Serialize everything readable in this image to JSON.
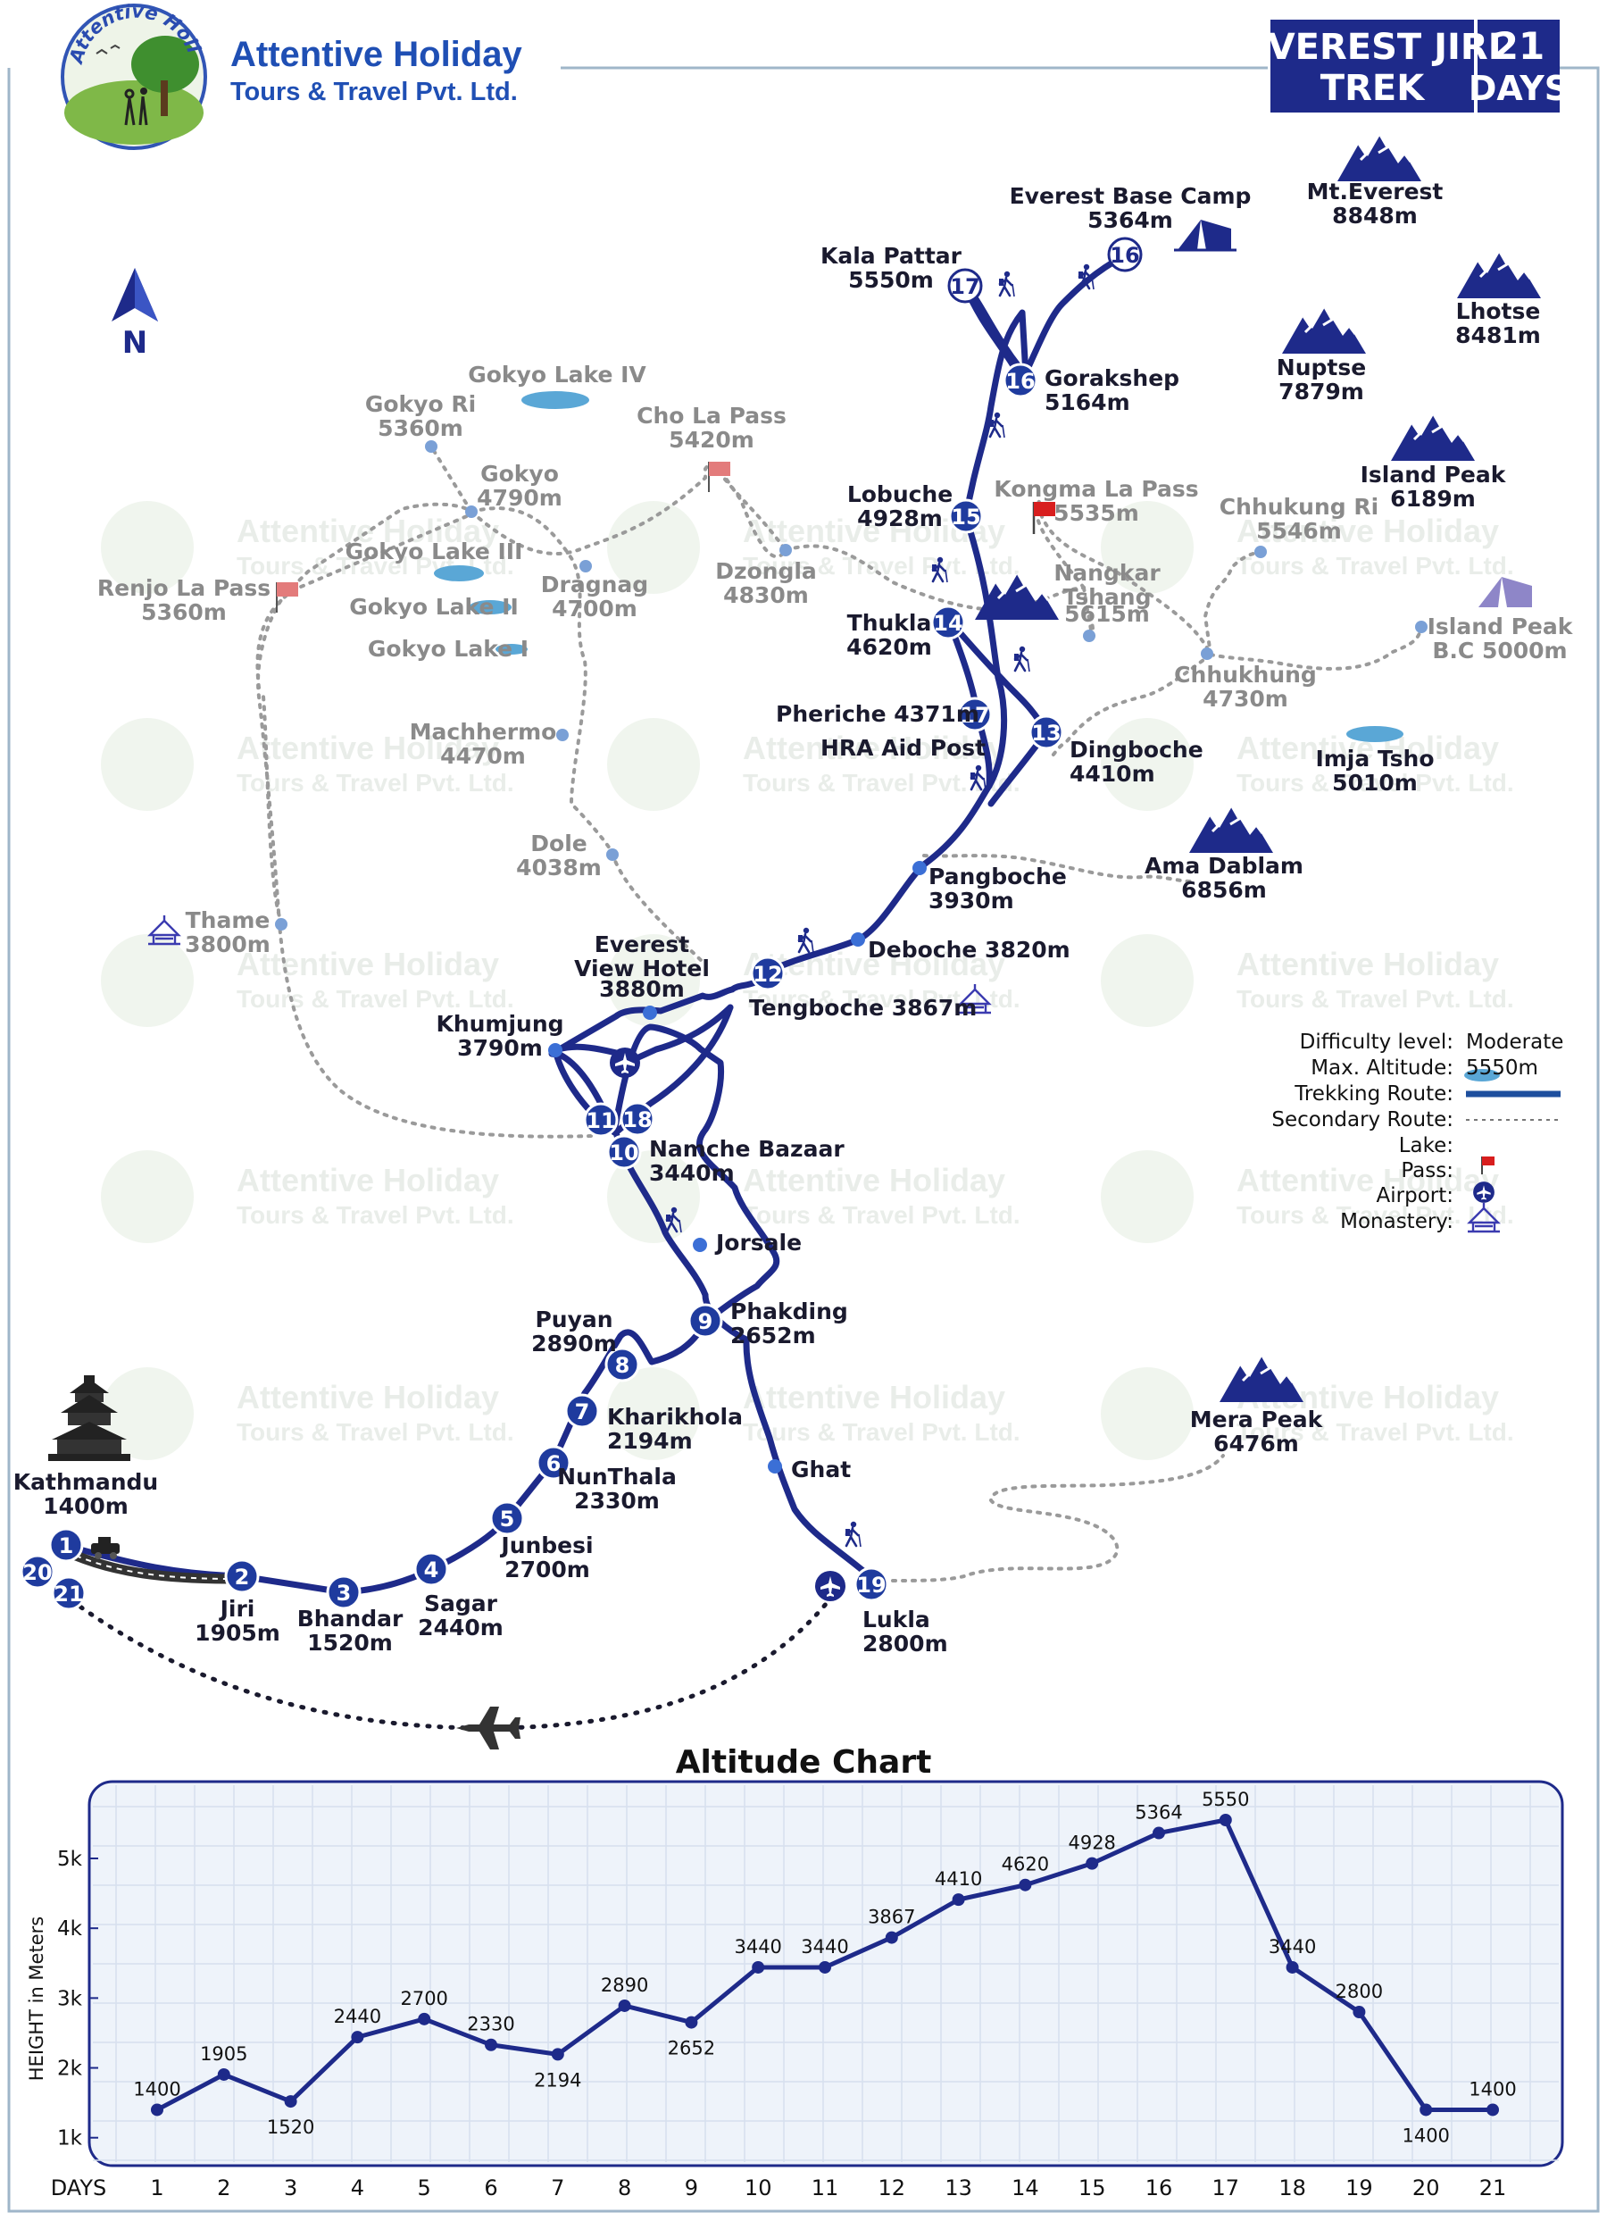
{
  "brand": {
    "logo_text": "Attentive Holiday",
    "name": "Attentive Holiday",
    "subtitle": "Tours & Travel Pvt. Ltd.",
    "watermark_line1": "Attentive Holiday",
    "watermark_line2": "Tours & Travel Pvt. Ltd."
  },
  "trek": {
    "title_line1": "EVEREST JIRI",
    "title_line2": "TREK",
    "days_line1": "21",
    "days_line2": "DAYS"
  },
  "north": "N",
  "colors": {
    "route": "#1e2a8a",
    "stop": "#1f3b9e",
    "secondary_route": "#9a9a9a",
    "lake": "#5aa7d6",
    "pass_flag": "#d81e1e",
    "mountain": "#1e2a8a",
    "panel_bg": "#eef3fa"
  },
  "stops": [
    {
      "day": "1"
    },
    {
      "day": "2"
    },
    {
      "day": "3"
    },
    {
      "day": "4"
    },
    {
      "day": "5"
    },
    {
      "day": "6"
    },
    {
      "day": "7"
    },
    {
      "day": "8"
    },
    {
      "day": "9"
    },
    {
      "day": "10"
    },
    {
      "day": "11"
    },
    {
      "day": "12"
    },
    {
      "day": "13"
    },
    {
      "day": "14"
    },
    {
      "day": "15"
    },
    {
      "day": "16"
    },
    {
      "day": "16"
    },
    {
      "day": "17"
    },
    {
      "day": "17"
    },
    {
      "day": "18"
    },
    {
      "day": "19"
    },
    {
      "day": "20"
    },
    {
      "day": "21"
    }
  ],
  "labels_main": [
    {
      "line1": "Kathmandu",
      "line2": "1400m"
    },
    {
      "line1": "Jiri",
      "line2": "1905m"
    },
    {
      "line1": "Bhandar",
      "line2": "1520m"
    },
    {
      "line1": "Sagar",
      "line2": "2440m"
    },
    {
      "line1": "Junbesi",
      "line2": "2700m"
    },
    {
      "line1": "NunThala",
      "line2": "2330m"
    },
    {
      "line1": "Kharikhola",
      "line2": "2194m"
    },
    {
      "line1": "Puyan",
      "line2": "2890m"
    },
    {
      "line1": "Phakding",
      "line2": "2652m"
    },
    {
      "line1": "Ghat",
      "line2": ""
    },
    {
      "line1": "Lukla",
      "line2": "2800m"
    },
    {
      "line1": "Jorsale",
      "line2": ""
    },
    {
      "line1": "Namche Bazaar",
      "line2": "3440m"
    },
    {
      "line1": "Khumjung",
      "line2": "3790m"
    },
    {
      "line1": "Everest",
      "line2": "View Hotel"
    },
    {
      "line1": "3880m",
      "line2": ""
    },
    {
      "line1": "Tengboche 3867m",
      "line2": ""
    },
    {
      "line1": "Deboche 3820m",
      "line2": ""
    },
    {
      "line1": "Pangboche",
      "line2": "3930m"
    },
    {
      "line1": "Ama Dablam",
      "line2": "6856m"
    },
    {
      "line1": "Dingboche",
      "line2": "4410m"
    },
    {
      "line1": "Pheriche 4371m",
      "line2": ""
    },
    {
      "line1": "HRA Aid Post",
      "line2": ""
    },
    {
      "line1": "Thukla",
      "line2": "4620m"
    },
    {
      "line1": "Lobuche",
      "line2": "4928m"
    },
    {
      "line1": "Gorakshep",
      "line2": "5164m"
    },
    {
      "line1": "Kala Pattar",
      "line2": "5550m"
    },
    {
      "line1": "Everest Base Camp",
      "line2": "5364m"
    },
    {
      "line1": "Mt.Everest",
      "line2": "8848m"
    },
    {
      "line1": "Lhotse",
      "line2": "8481m"
    },
    {
      "line1": "Nuptse",
      "line2": "7879m"
    },
    {
      "line1": "Island Peak",
      "line2": "6189m"
    },
    {
      "line1": "Imja Tsho",
      "line2": "5010m"
    },
    {
      "line1": "Mera Peak",
      "line2": "6476m"
    }
  ],
  "labels_grey": [
    {
      "line1": "Gokyo Lake IV",
      "line2": ""
    },
    {
      "line1": "Gokyo Ri",
      "line2": "5360m"
    },
    {
      "line1": "Cho La Pass",
      "line2": "5420m"
    },
    {
      "line1": "Gokyo",
      "line2": "4790m"
    },
    {
      "line1": "Gokyo Lake III",
      "line2": ""
    },
    {
      "line1": "Gokyo Lake II",
      "line2": ""
    },
    {
      "line1": "Gokyo Lake I",
      "line2": ""
    },
    {
      "line1": "Renjo La Pass",
      "line2": "5360m"
    },
    {
      "line1": "Dragnag",
      "line2": "4700m"
    },
    {
      "line1": "Dzongla",
      "line2": "4830m"
    },
    {
      "line1": "Kongma La Pass",
      "line2": "5535m"
    },
    {
      "line1": "Chhukung Ri",
      "line2": "5546m"
    },
    {
      "line1": "Nangkar",
      "line2": "Tshang"
    },
    {
      "line1": "5615m",
      "line2": ""
    },
    {
      "line1": "Island Peak",
      "line2": "B.C 5000m"
    },
    {
      "line1": "Chhukhung",
      "line2": "4730m"
    },
    {
      "line1": "Machhermo",
      "line2": "4470m"
    },
    {
      "line1": "Dole",
      "line2": "4038m"
    },
    {
      "line1": "Thame",
      "line2": "3800m"
    }
  ],
  "legend": {
    "difficulty_label": "Difficulty level:",
    "difficulty_value": "Moderate",
    "altitude_label": "Max. Altitude:",
    "altitude_value": "5550m",
    "trekking_label": "Trekking Route:",
    "secondary_label": "Secondary Route:",
    "lake_label": "Lake:",
    "pass_label": "Pass:",
    "airport_label": "Airport:",
    "monastery_label": "Monastery:"
  },
  "chart_data": {
    "type": "line",
    "title": "Altitude Chart",
    "xlabel": "DAYS",
    "ylabel": "HEIGHT in Meters",
    "categories": [
      "1",
      "2",
      "3",
      "4",
      "5",
      "6",
      "7",
      "8",
      "9",
      "10",
      "11",
      "12",
      "13",
      "14",
      "15",
      "16",
      "17",
      "18",
      "19",
      "20",
      "21"
    ],
    "series": [
      {
        "values": [
          1400,
          1905,
          1520,
          2440,
          2700,
          2330,
          2194,
          2890,
          2652,
          3440,
          3440,
          3867,
          4410,
          4620,
          4928,
          5364,
          5550,
          3440,
          2800,
          1400,
          1400
        ]
      }
    ],
    "ytick_labels": [
      "1k",
      "2k",
      "3k",
      "4k",
      "5k"
    ],
    "ytick_values": [
      1000,
      2000,
      3000,
      4000,
      5000
    ],
    "ylim": [
      600,
      6100
    ],
    "grid": true
  }
}
